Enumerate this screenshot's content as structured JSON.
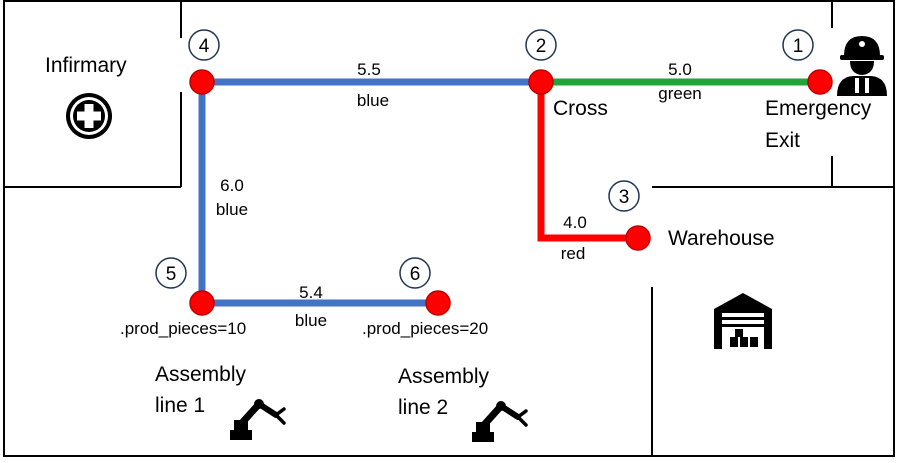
{
  "colors": {
    "blue": "#4472c4",
    "green": "#1fa53a",
    "red": "#ff0000",
    "node_fill": "#ff0000",
    "node_stroke": "#c00000"
  },
  "nodes": [
    {
      "id": 1,
      "number": "1",
      "name": "Emergency",
      "name2": "Exit"
    },
    {
      "id": 2,
      "number": "2",
      "name": "Cross"
    },
    {
      "id": 3,
      "number": "3",
      "name": "Warehouse"
    },
    {
      "id": 4,
      "number": "4"
    },
    {
      "id": 5,
      "number": "5",
      "attr": ".prod_pieces=10"
    },
    {
      "id": 6,
      "number": "6",
      "attr": ".prod_pieces=20"
    }
  ],
  "edges": [
    {
      "from": 4,
      "to": 2,
      "weight": "5.5",
      "color": "blue"
    },
    {
      "from": 2,
      "to": 1,
      "weight": "5.0",
      "color": "green"
    },
    {
      "from": 2,
      "to": 3,
      "weight": "4.0",
      "color": "red"
    },
    {
      "from": 4,
      "to": 5,
      "weight": "6.0",
      "color": "blue"
    },
    {
      "from": 5,
      "to": 6,
      "weight": "5.4",
      "color": "blue"
    }
  ],
  "rooms": {
    "infirmary": "Infirmary",
    "assembly1_line1": "Assembly",
    "assembly1_line2": "line 1",
    "assembly2_line1": "Assembly",
    "assembly2_line2": "line 2"
  },
  "icons": [
    "firefighter-icon",
    "first-aid-plus-icon",
    "warehouse-icon",
    "robot-arm-icon"
  ]
}
